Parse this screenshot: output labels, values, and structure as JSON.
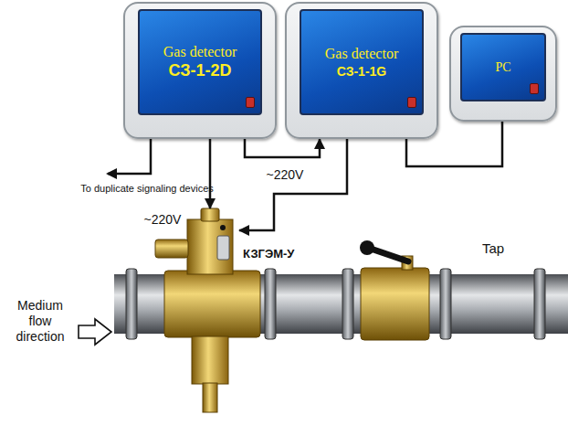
{
  "diagram": {
    "nodes": [
      {
        "text": [
          "Gas detector",
          "СЗ-1-2D"
        ]
      },
      {
        "text": [
          "Gas detector",
          "СЗ-1-1G"
        ]
      },
      {
        "text": [
          "PC"
        ]
      },
      {
        "text": [
          "КЗГЭМ-У"
        ]
      }
    ],
    "edges": [
      {
        "from": 0,
        "to": 1,
        "arrow": "to",
        "label": "~220V"
      },
      {
        "from": 0,
        "to": 3,
        "arrow": "to",
        "label": "~220V"
      },
      {
        "from": 1,
        "to": 3,
        "arrow": "to"
      },
      {
        "from": 1,
        "to": 2,
        "arrow": "none"
      }
    ],
    "labels": [
      "To duplicate signaling devices",
      "Tap",
      "Medium flow direction"
    ]
  }
}
